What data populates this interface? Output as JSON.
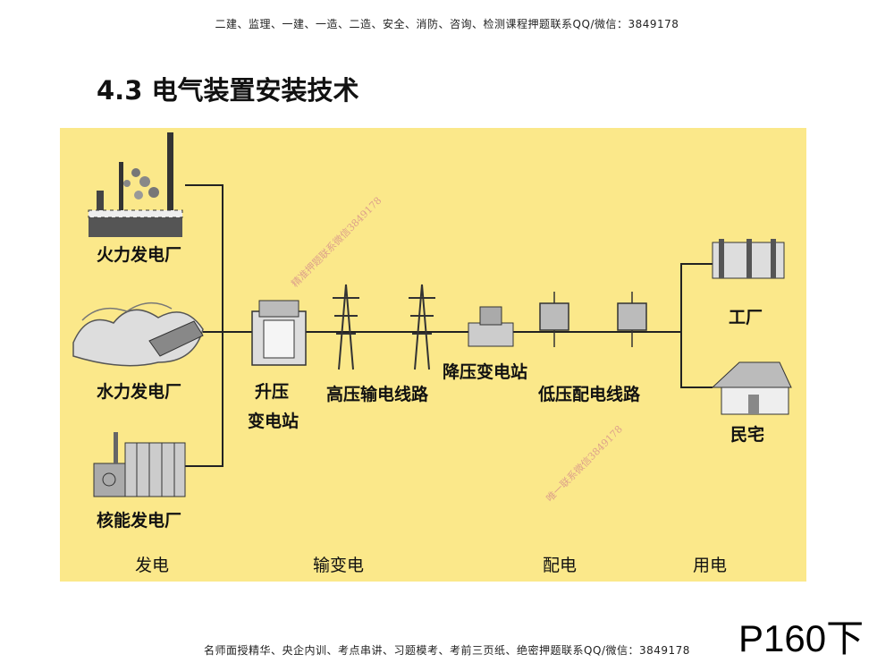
{
  "header": {
    "text": "二建、监理、一建、一造、二造、安全、消防、咨询、检测课程押题联系QQ/微信：3849178"
  },
  "title": "4.3  电气装置安装技术",
  "diagram": {
    "plants": {
      "thermal": "火力发电厂",
      "hydro": "水力发电厂",
      "nuclear": "核能发电厂"
    },
    "step_up_line1": "升压",
    "step_up_line2": "变电站",
    "hv_line": "高压输电线路",
    "step_down": "降压变电站",
    "lv_line": "低压配电线路",
    "factory": "工厂",
    "residence": "民宅",
    "stages": {
      "generation": "发电",
      "transmission": "输变电",
      "distribution": "配电",
      "consumption": "用电"
    },
    "watermark1": "精准押题联系微信3849178",
    "watermark2": "唯一联系微信3849178"
  },
  "page_ref": "P160下",
  "footer": {
    "text": "名师面授精华、央企内训、考点串讲、习题模考、考前三页纸、绝密押题联系QQ/微信：3849178"
  }
}
